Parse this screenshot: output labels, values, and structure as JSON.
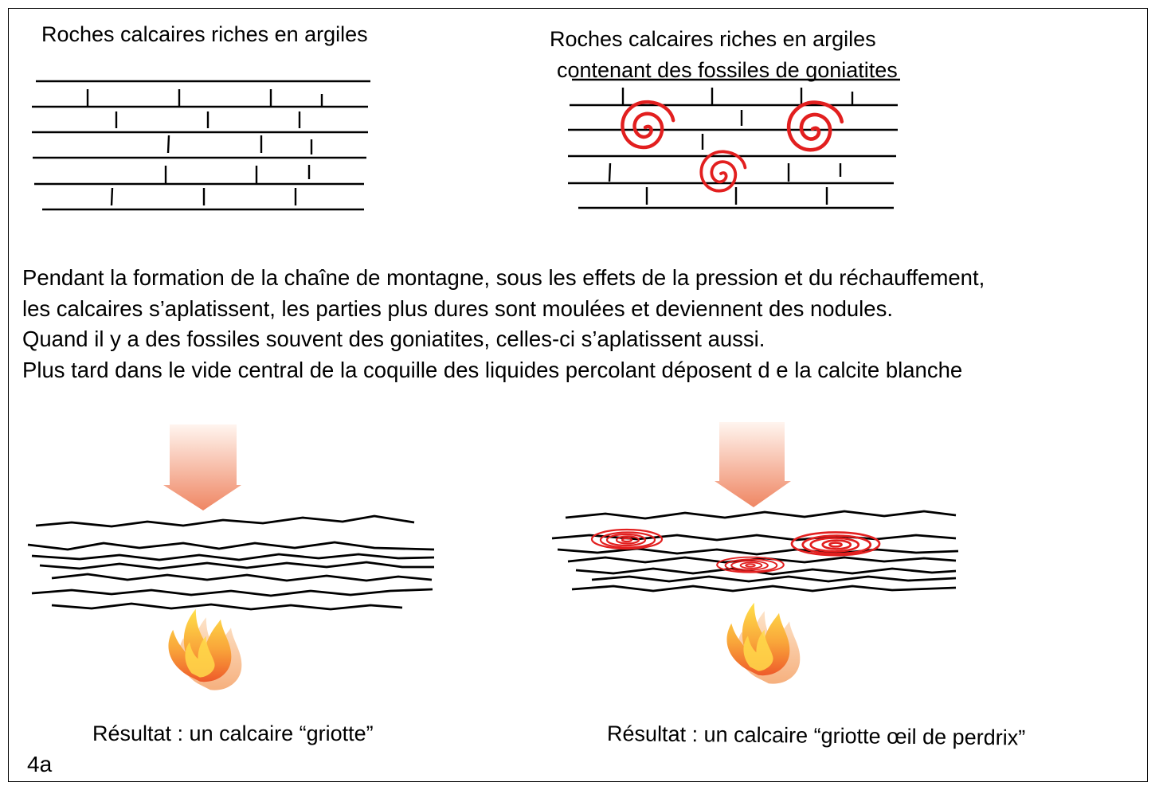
{
  "top_left": {
    "title": "Roches calcaires riches en argiles"
  },
  "top_right": {
    "title_line1": "Roches calcaires riches en argiles",
    "title_line2": "contenant des fossiles de goniatites"
  },
  "explanation": [
    "Pendant la formation de la chaîne de montagne, sous les effets de la pression et du réchauffement,",
    "les calcaires s’aplatissent, les parties plus dures sont moulées et deviennent des nodules.",
    "Quand il y a des fossiles souvent des goniatites, celles-ci s’aplatissent aussi.",
    "Plus tard dans le vide central de la coquille des liquides percolant déposent d e la calcite blanche"
  ],
  "bottom_left": {
    "result": "Résultat : un calcaire “griotte”"
  },
  "bottom_right": {
    "result": "Résultat : un calcaire “griotte œil de perdrix”"
  },
  "figure_label": "4a",
  "colors": {
    "fossil": "#e02020",
    "arrow_top": "#fff4ee",
    "arrow_bottom": "#f08a66",
    "flame_outer": "#f07a30",
    "flame_inner": "#ffd23a"
  },
  "icons": [
    "pressure-arrow-icon",
    "flame-icon",
    "goniatite-spiral-icon"
  ]
}
